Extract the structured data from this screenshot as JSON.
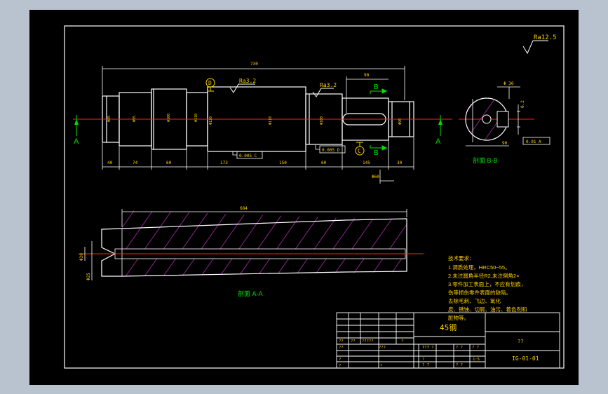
{
  "roughness": {
    "top_right": "Ra12.5",
    "left": "Ra3.2",
    "right": "Ra3.2"
  },
  "datums": {
    "d": "D",
    "c": "C"
  },
  "section_labels": {
    "a": "A",
    "b": "B"
  },
  "dims_front": {
    "overall": "730",
    "keyseat_width": "90",
    "seg1": "40",
    "seg2": "74",
    "seg3": "60",
    "seg4": "173",
    "seg5": "150",
    "seg6": "60",
    "seg7": "145",
    "seg8": "30",
    "small_bottom": "Φ60",
    "dia_left": "Φ85",
    "dia_2": "Φ95",
    "dia_3": "Φ100",
    "dia_4": "Φ110",
    "dia_5": "Φ120",
    "dia_6": "Φ110",
    "dia_7": "Φ100",
    "dia_8": "Φ90"
  },
  "tolerance_frames": {
    "left": "0.005 C",
    "right": "0.005 D"
  },
  "section_b": {
    "title": "剖面 B-B",
    "dim_top": "Φ 30",
    "dim_right": "0.2",
    "dim_bottom": "90",
    "tol_frame": "0.01 A"
  },
  "section_a": {
    "title": "剖面 A-A",
    "overall": "684",
    "dim_left_1": "Φ20",
    "dim_left_2": "Φ25"
  },
  "notes": {
    "title": "技术要求：",
    "lines": [
      "1.调质处理，HRC50~55。",
      "2.未注圆角半径R2,未注倒角2×",
      "3.零件加工表面上，不应有划痕，",
      "伤等损伤零件表面的缺陷。",
      "去除毛刺、飞边、氧化",
      "皮、锈蚀、切屑、油污、着色剂和",
      "脏物等。"
    ]
  },
  "title_block": {
    "material": "45钢",
    "name": "??",
    "drawing_no": "IG-01-01",
    "cells": [
      "??",
      "??",
      "?????",
      "??",
      "???",
      "?",
      "???",
      "? ? ?",
      "? ?",
      "? ?",
      "?",
      "?",
      "? ?",
      "? ?",
      "?",
      "?",
      "1:5"
    ]
  }
}
